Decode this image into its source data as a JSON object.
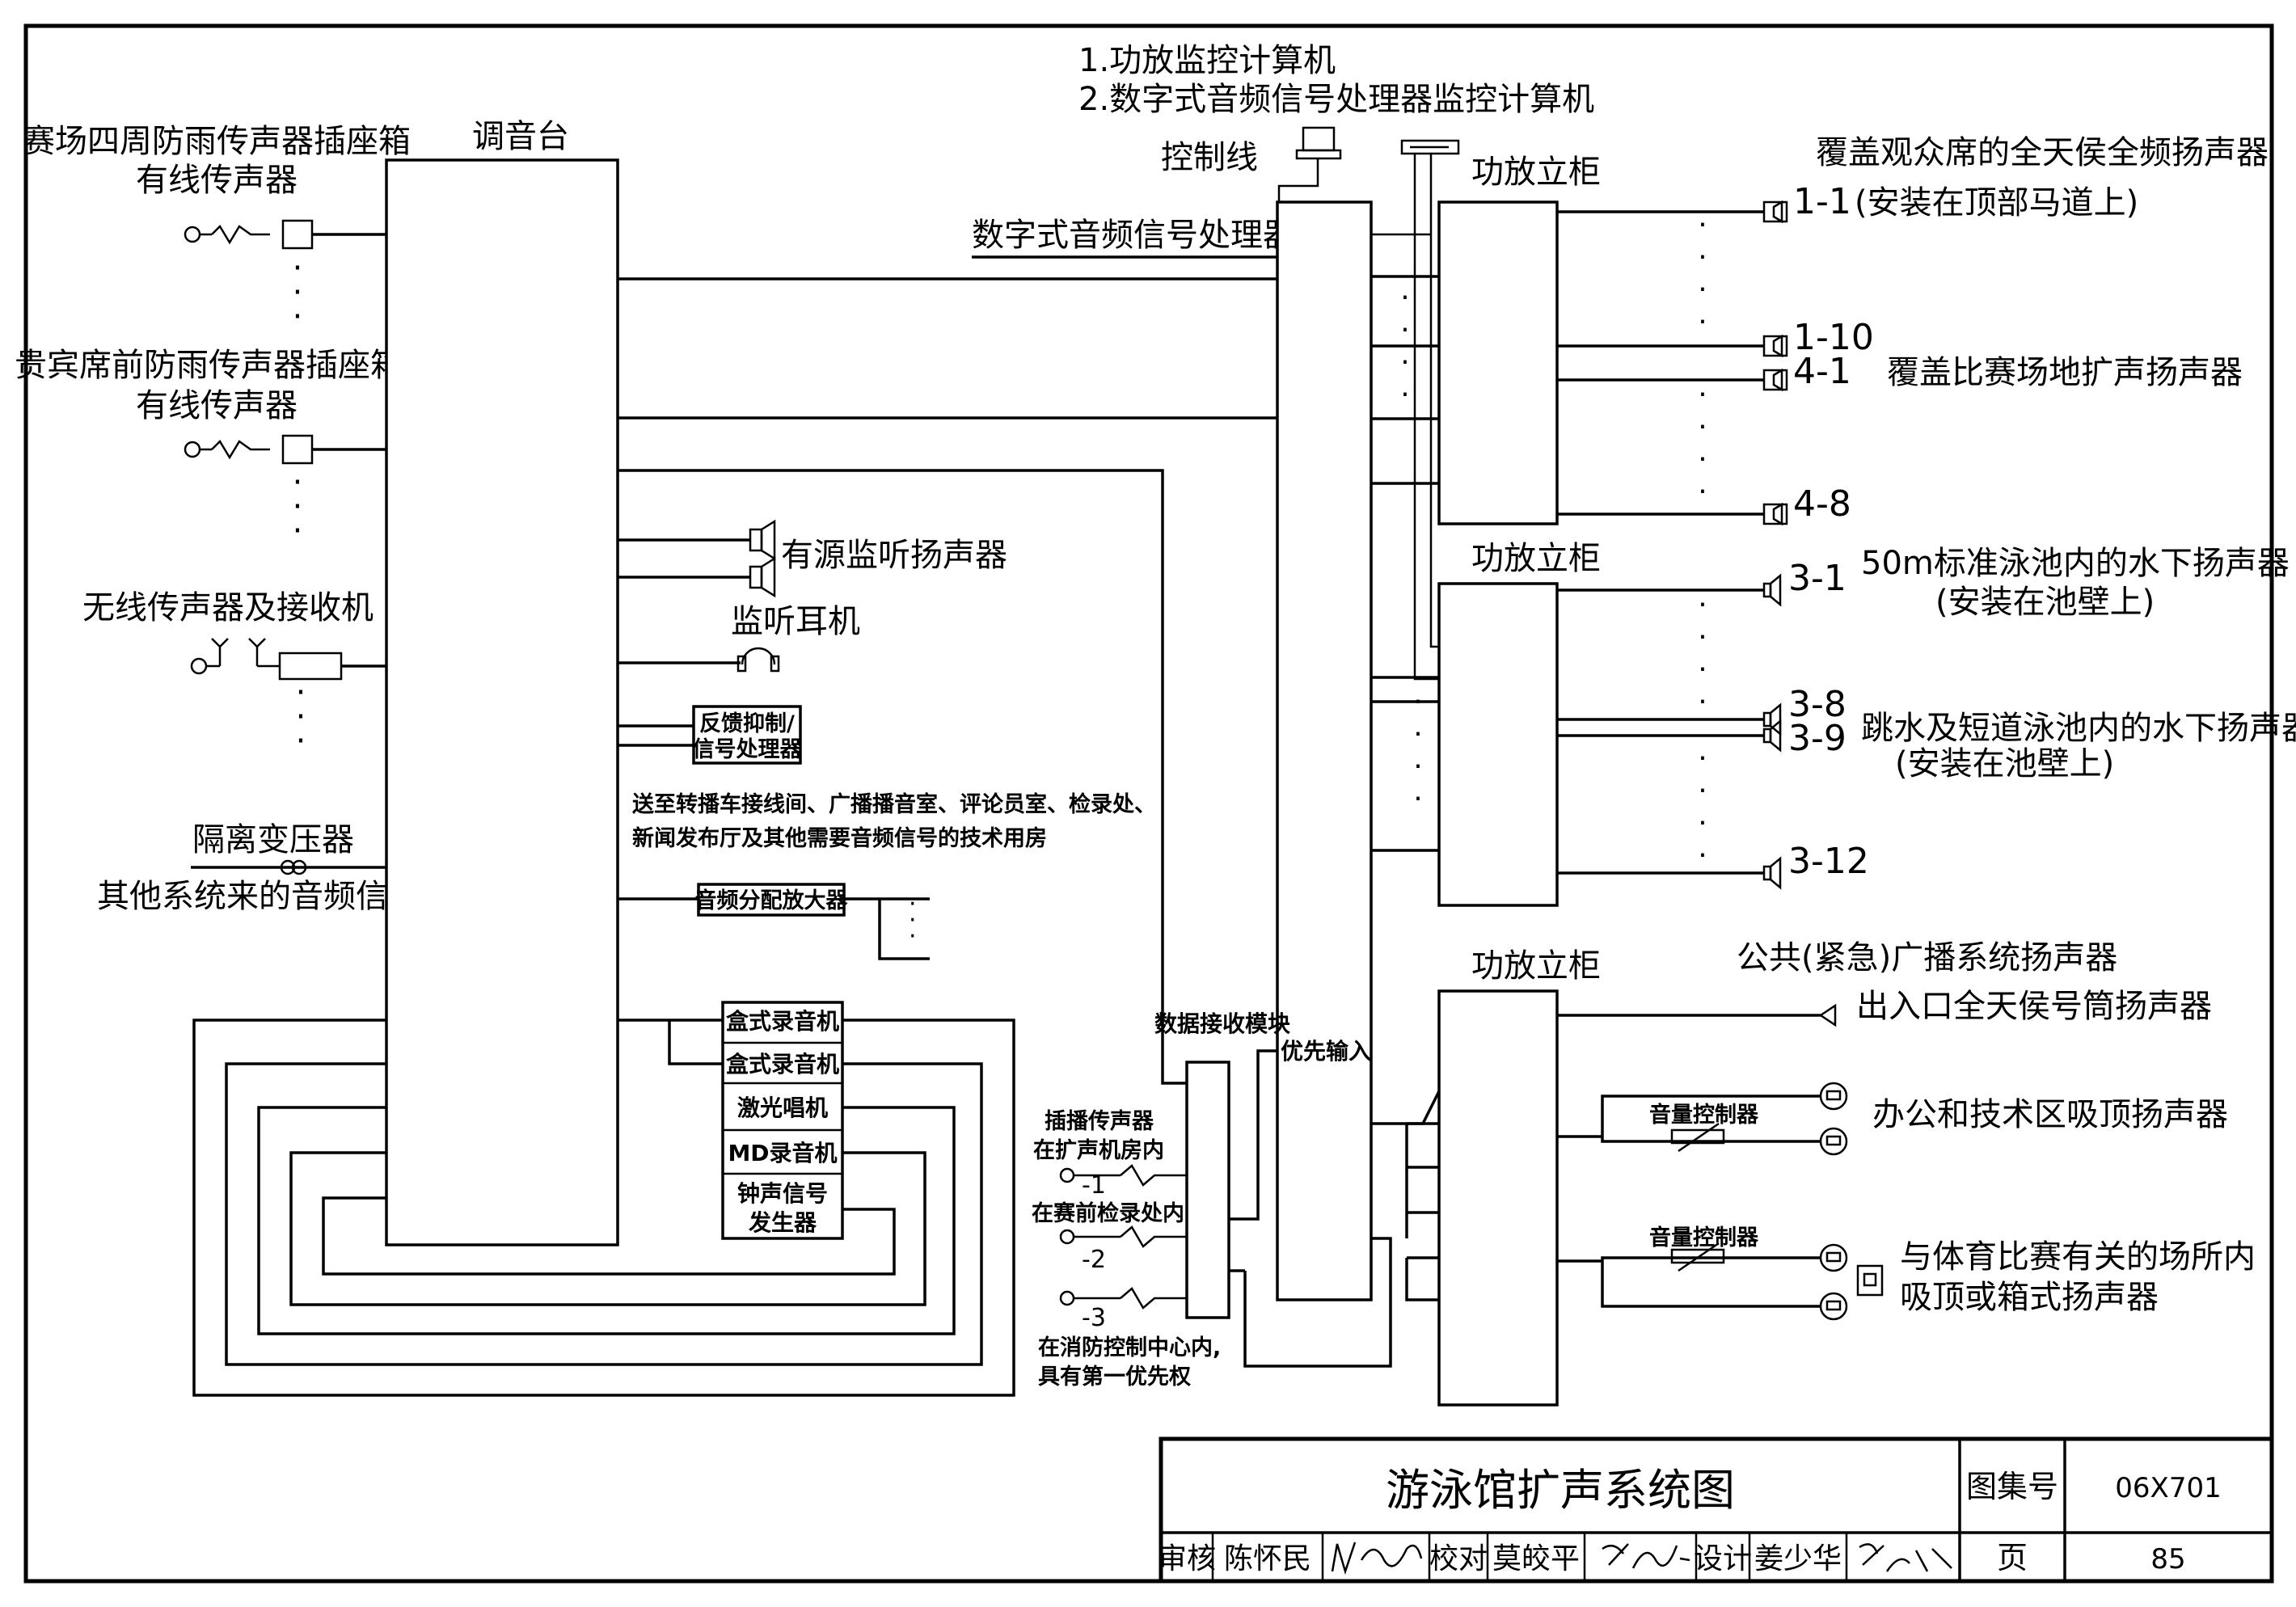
{
  "monitor_computers": {
    "line1": "1.功放监控计算机",
    "line2": "2.数字式音频信号处理器监控计算机"
  },
  "labels": {
    "control_line": "控制线",
    "dsp": "数字式音频信号处理器",
    "mixer": "调音台",
    "amp_rack_1": "功放立柜",
    "amp_rack_2": "功放立柜",
    "amp_rack_3": "功放立柜",
    "data_receiver": "数据接收模块",
    "priority_input": "优先输入"
  },
  "inputs": {
    "venue_mic_title_1": "赛场四周防雨传声器插座箱",
    "venue_mic_title_2": "有线传声器",
    "vip_mic_title_1": "贵宾席前防雨传声器插座箱",
    "vip_mic_title_2": "有线传声器",
    "wireless": "无线传声器及接收机",
    "isolation_transformer": "隔离变压器",
    "other_audio": "其他系统来的音频信号"
  },
  "mixer_outputs": {
    "active_monitor": "有源监听扬声器",
    "headphone": "监听耳机",
    "feedback_1": "反馈抑制/",
    "feedback_2": "信号处理器",
    "send_note_1": "送至转播车接线间、广播播音室、评论员室、检录处、",
    "send_note_2": "新闻发布厅及其他需要音频信号的技术用房",
    "distribution_amp": "音频分配放大器"
  },
  "sources": {
    "items": [
      "盒式录音机",
      "盒式录音机",
      "激光唱机",
      "MD录音机"
    ],
    "chime_1": "钟声信号",
    "chime_2": "发生器"
  },
  "paging_mics": {
    "title_1": "插播传声器",
    "title_2": "在扩声机房内",
    "mic1": "-1",
    "loc2": "在赛前检录处内",
    "mic2": "-2",
    "mic3": "-3",
    "loc3_1": "在消防控制中心内,",
    "loc3_2": "具有第一优先权"
  },
  "speakers": {
    "spk_1_1": "1-1",
    "spk_1_1_note": "(安装在顶部马道上)",
    "audience_title": "覆盖观众席的全天侯全频扬声器",
    "spk_1_10": "1-10",
    "spk_4_1": "4-1",
    "field_title": "覆盖比赛场地扩声扬声器",
    "spk_4_8": "4-8",
    "spk_3_1": "3-1",
    "pool50_title": "50m标准泳池内的水下扬声器",
    "pool50_note": "(安装在池壁上)",
    "spk_3_8": "3-8",
    "spk_3_9": "3-9",
    "dive_title": "跳水及短道泳池内的水下扬声器",
    "dive_note": "(安装在池壁上)",
    "spk_3_12": "3-12",
    "pa_title": "公共(紧急)广播系统扬声器",
    "horn_label": "出入口全天侯号筒扬声器",
    "vol_ctrl_1": "音量控制器",
    "office_label": "办公和技术区吸顶扬声器",
    "vol_ctrl_2": "音量控制器",
    "sport_label_1": "与体育比赛有关的场所内",
    "sport_label_2": "吸顶或箱式扬声器"
  },
  "title_block": {
    "title": "游泳馆扩声系统图",
    "atlas_label": "图集号",
    "atlas_no": "06X701",
    "review_label": "审核",
    "reviewer": "陈怀民",
    "check_label": "校对",
    "checker": "莫皎平",
    "design_label": "设计",
    "designer": "姜少华",
    "page_label": "页",
    "page_no": "85"
  }
}
